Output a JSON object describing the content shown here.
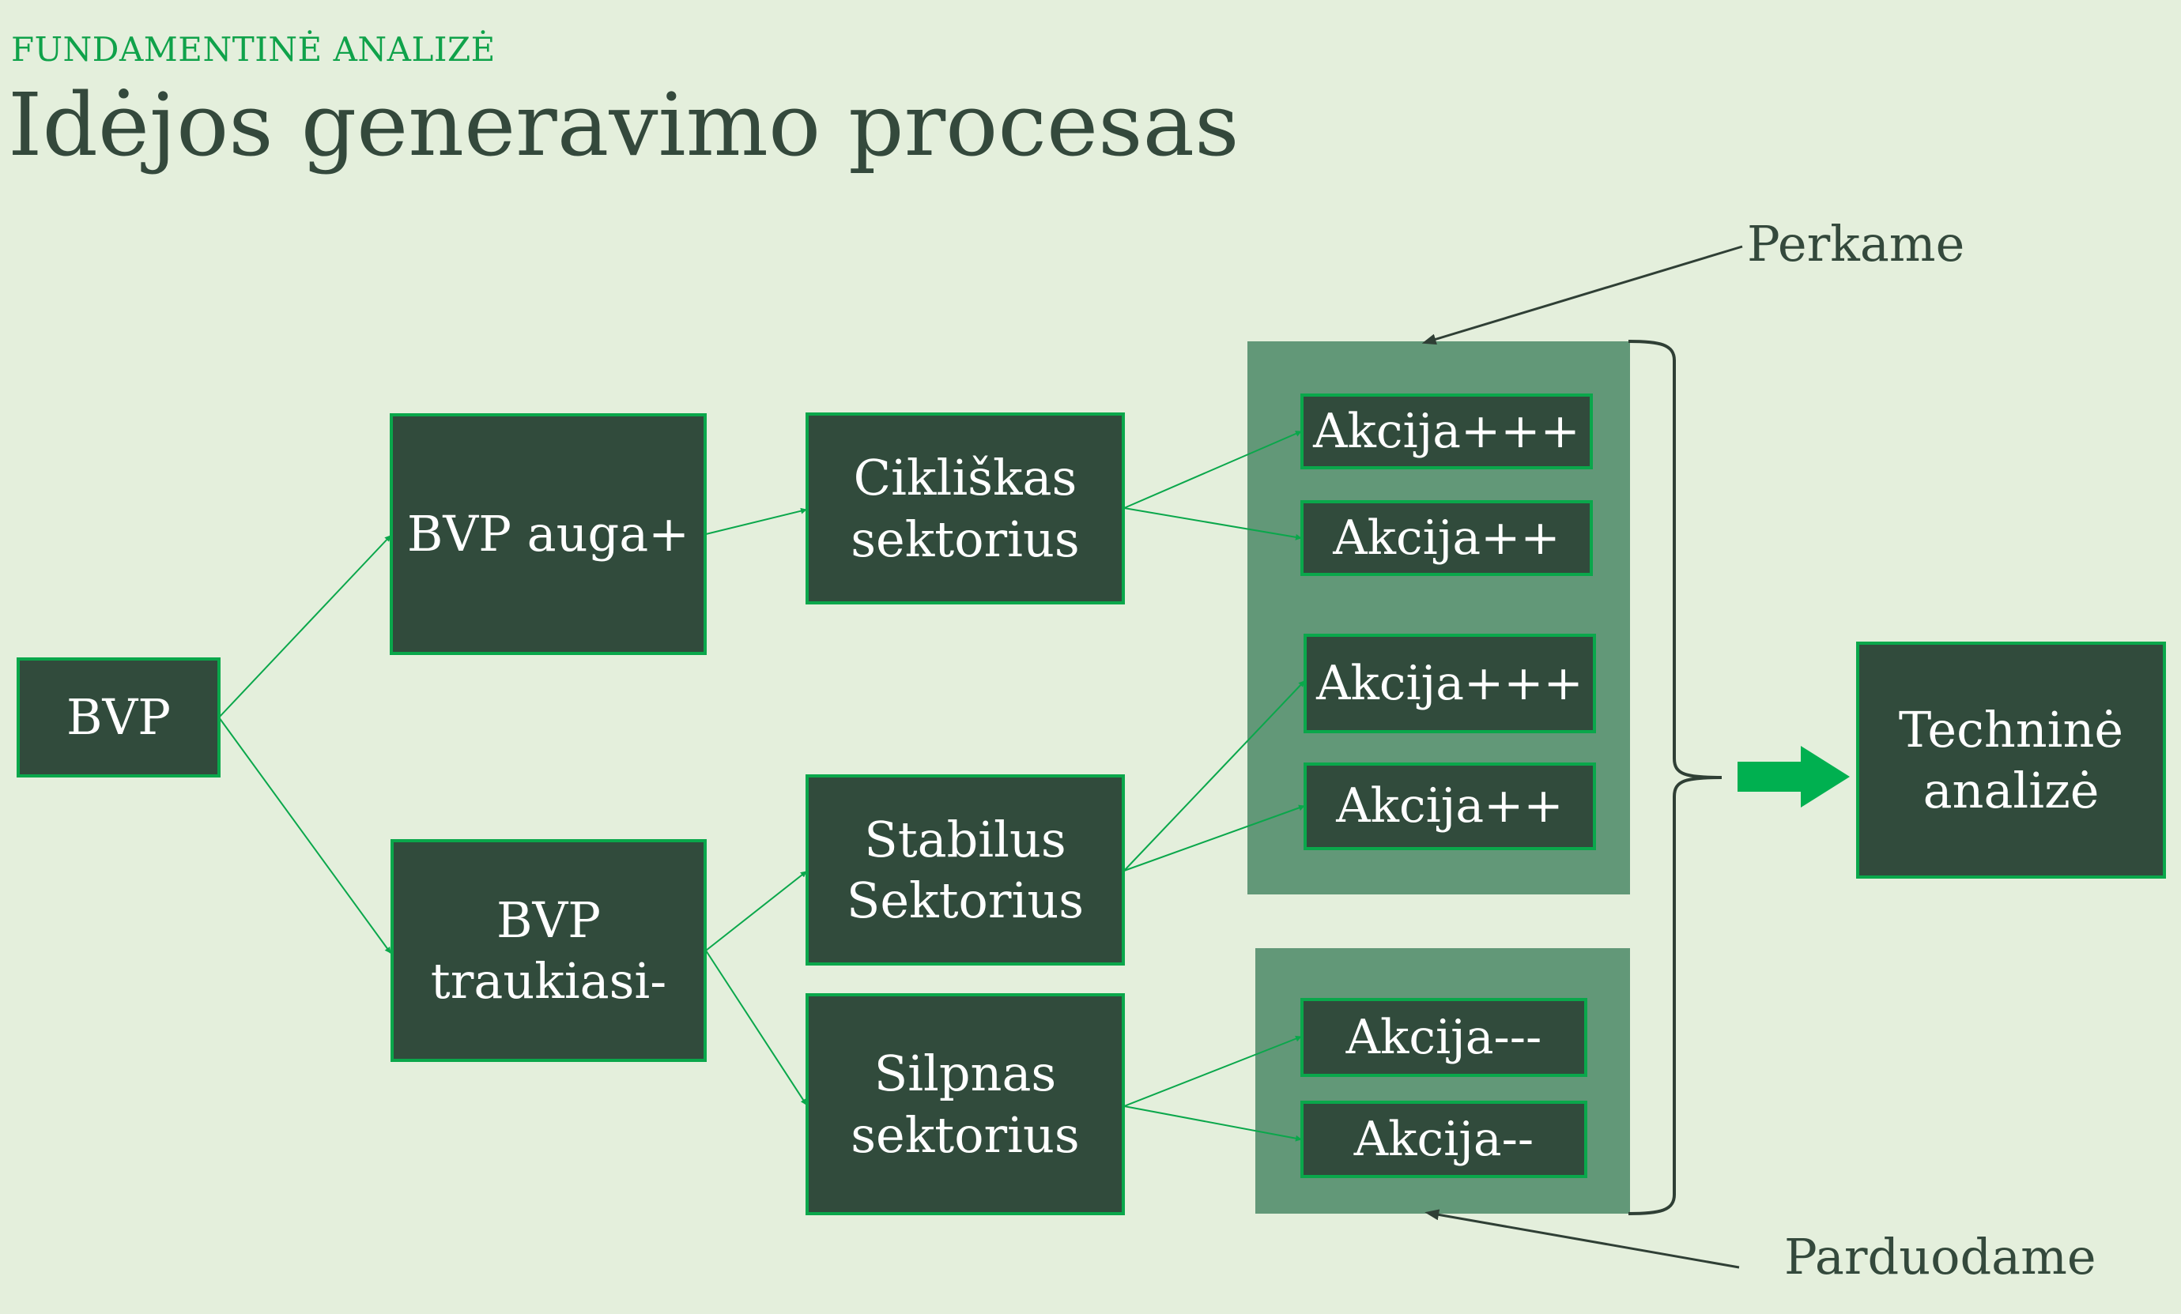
{
  "header": {
    "kicker": "FUNDAMENTINĖ ANALIZĖ",
    "title": "Idėjos generavimo procesas"
  },
  "diagram": {
    "root": "BVP",
    "branches": [
      {
        "id": "growth",
        "label": "BVP auga+"
      },
      {
        "id": "decline",
        "label": "BVP traukiasi-"
      }
    ],
    "sectors": [
      {
        "id": "cyclical",
        "label": "Cikliškas sektorius"
      },
      {
        "id": "stable",
        "label": "Stabilus Sektorius"
      },
      {
        "id": "weak",
        "label": "Silpnas sektorius"
      }
    ],
    "stocks": [
      {
        "label": "Akcija+++",
        "parent": "cyclical"
      },
      {
        "label": "Akcija++",
        "parent": "cyclical"
      },
      {
        "label": "Akcija+++",
        "parent": "stable"
      },
      {
        "label": "Akcija++",
        "parent": "stable"
      },
      {
        "label": "Akcija---",
        "parent": "weak"
      },
      {
        "label": "Akcija--",
        "parent": "weak"
      }
    ],
    "buy_label": "Perkame",
    "sell_label": "Parduodame",
    "result": "Techninė analizė"
  },
  "colors": {
    "background": "#e4efdc",
    "box_fill": "#314b3c",
    "box_border": "#0aa74b",
    "panel_fill": "#629878",
    "accent": "#00b050",
    "text_dark": "#34493c",
    "kicker": "#0fa24a"
  }
}
